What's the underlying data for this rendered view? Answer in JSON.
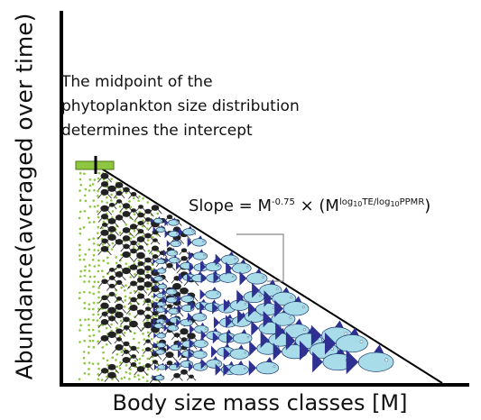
{
  "axes": {
    "y_label": "Abundance(averaged over time)",
    "x_label": "Body size mass classes [M]"
  },
  "annotations": {
    "intercept_line1": "The midpoint of the",
    "intercept_line2": "phytoplankton size distribution",
    "intercept_line3": "determines the intercept",
    "slope_prefix": "Slope = M",
    "slope_exponent": "-0.75",
    "slope_times": " × (M",
    "slope_log1": "log",
    "slope_log1_base": "10",
    "slope_te": "TE/",
    "slope_log2": "log",
    "slope_log2_base": "10",
    "slope_ppmr": "PPMR",
    "slope_close": ")"
  },
  "colors": {
    "phytoplankton": "#8dc63f",
    "zooplankton": "#222222",
    "fish_body": "#a8dce8",
    "fish_fin": "#2e3192",
    "axis": "#000000",
    "bracket": "#888888"
  },
  "icons": {
    "phytoplankton": "green-dot-icon",
    "zooplankton": "copepod-icon",
    "fish": "fish-icon"
  }
}
